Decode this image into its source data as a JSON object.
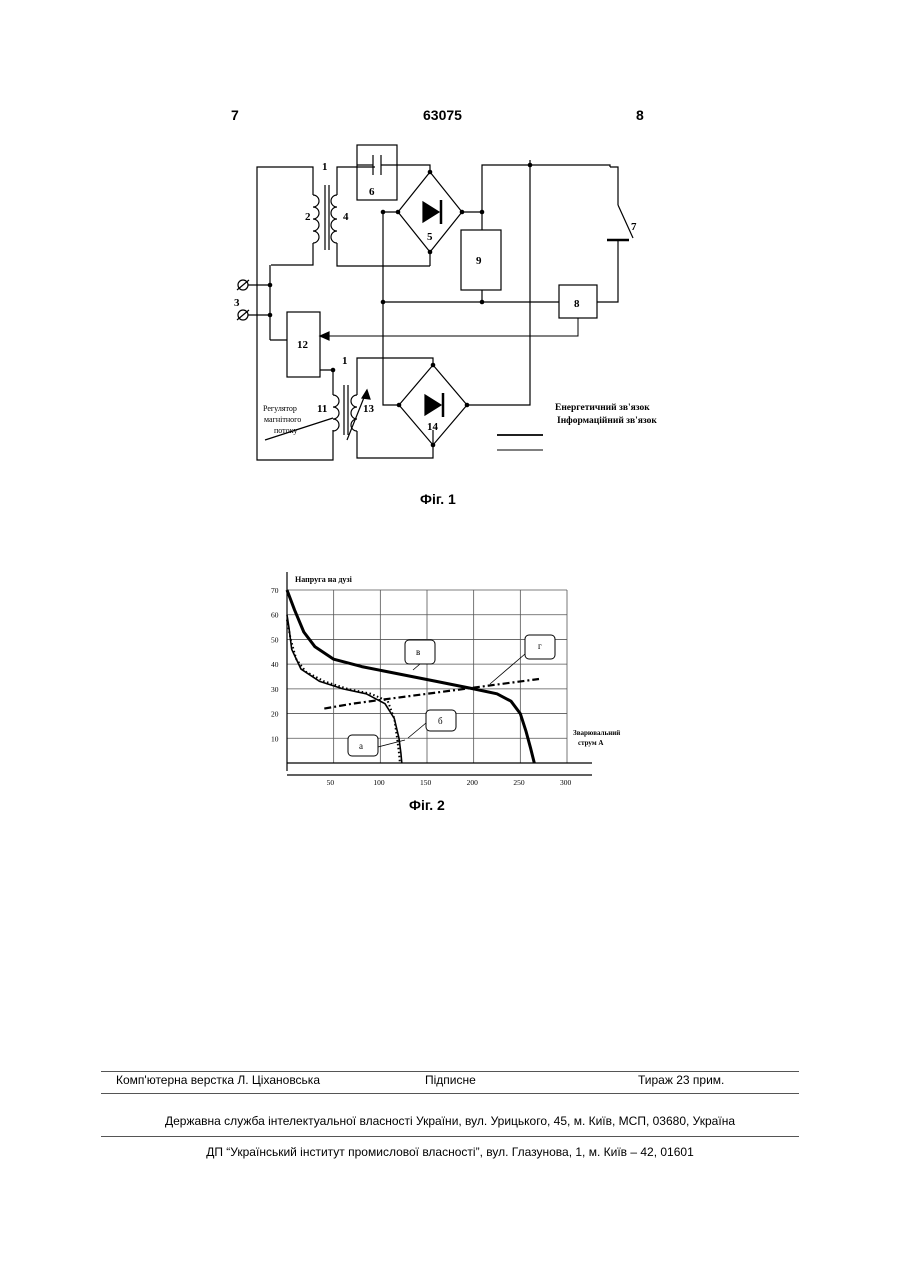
{
  "header": {
    "left_page": "7",
    "patent_number": "63075",
    "right_page": "8"
  },
  "figure1": {
    "caption": "Фіг. 1",
    "labels": {
      "n1_top": "1",
      "n2": "2",
      "n3": "3",
      "n4": "4",
      "n5": "5",
      "n6": "6",
      "n7": "7",
      "n8": "8",
      "n9": "9",
      "n11": "11",
      "n12": "12",
      "n13": "13",
      "n14": "14",
      "n1_bottom": "1"
    },
    "regulator_text": [
      "Регулятор",
      "магнітного",
      "потоку"
    ],
    "legend": {
      "energy": "Енергетичний зв'язок",
      "info": "Інформаційний зв'язок"
    }
  },
  "figure2": {
    "caption": "Фіг. 2",
    "y_axis_label": "Напруга на дузі",
    "x_axis_label": [
      "Зварювальний",
      "струм А"
    ],
    "callouts": {
      "a": "а",
      "b": "б",
      "v": "в",
      "g": "г"
    }
  },
  "chart_data": {
    "type": "line",
    "title": "",
    "ylabel": "Напруга на дузі",
    "xlabel": "Зварювальний струм А",
    "xlim": [
      0,
      300
    ],
    "ylim": [
      0,
      70
    ],
    "x_ticks": [
      50,
      100,
      150,
      200,
      250,
      300
    ],
    "y_ticks": [
      10,
      20,
      30,
      40,
      50,
      60,
      70
    ],
    "grid": true,
    "series": [
      {
        "name": "а",
        "style": "solid-thin",
        "points": [
          [
            0,
            60
          ],
          [
            2,
            55
          ],
          [
            5,
            46
          ],
          [
            15,
            38
          ],
          [
            35,
            33
          ],
          [
            60,
            30
          ],
          [
            85,
            28
          ],
          [
            105,
            24
          ],
          [
            115,
            18
          ],
          [
            120,
            10
          ],
          [
            122,
            4
          ],
          [
            123,
            0
          ]
        ]
      },
      {
        "name": "б",
        "style": "dotted",
        "points": [
          [
            0,
            58
          ],
          [
            4,
            50
          ],
          [
            10,
            42
          ],
          [
            20,
            37
          ],
          [
            40,
            33
          ],
          [
            65,
            30
          ],
          [
            90,
            28
          ],
          [
            108,
            25
          ],
          [
            115,
            18
          ],
          [
            118,
            10
          ],
          [
            120,
            4
          ],
          [
            121,
            0
          ]
        ]
      },
      {
        "name": "в",
        "style": "solid-bold",
        "points": [
          [
            0,
            70
          ],
          [
            8,
            62
          ],
          [
            18,
            53
          ],
          [
            30,
            47
          ],
          [
            50,
            42
          ],
          [
            80,
            39
          ],
          [
            120,
            36
          ],
          [
            160,
            33
          ],
          [
            200,
            30
          ],
          [
            225,
            28
          ],
          [
            240,
            25
          ],
          [
            250,
            20
          ],
          [
            256,
            13
          ],
          [
            261,
            6
          ],
          [
            265,
            0
          ]
        ]
      },
      {
        "name": "г",
        "style": "dash-dot",
        "points": [
          [
            40,
            22
          ],
          [
            70,
            24
          ],
          [
            110,
            26
          ],
          [
            150,
            28
          ],
          [
            190,
            30
          ],
          [
            230,
            32
          ],
          [
            270,
            34
          ]
        ]
      }
    ]
  },
  "footer": {
    "layout": "Комп'ютерна верстка Л. Ціхановська",
    "signed": "Підписне",
    "print_run": "Тираж 23 прим.",
    "org1": "Державна служба інтелектуальної власності України, вул. Урицького, 45, м. Київ, МСП, 03680, Україна",
    "org2": "ДП “Український інститут промислової власності”, вул. Глазунова, 1, м. Київ – 42, 01601"
  }
}
